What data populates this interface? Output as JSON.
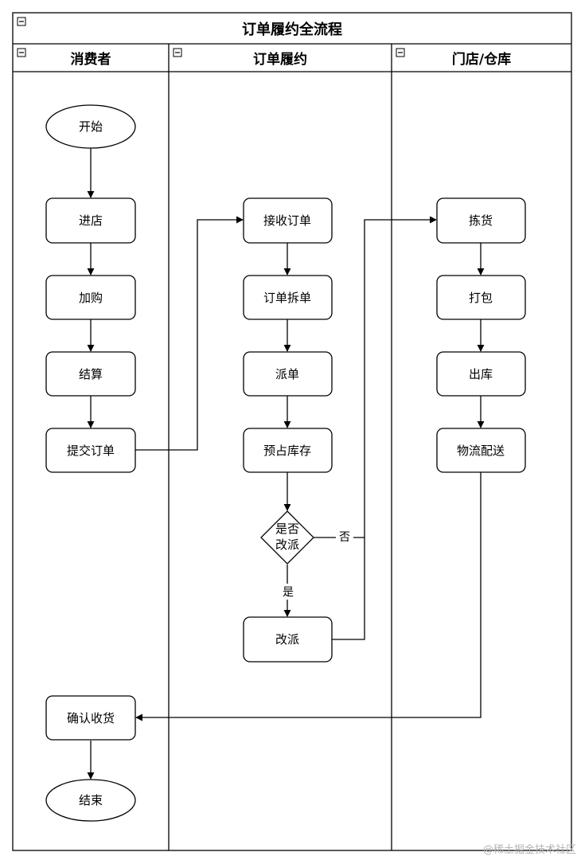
{
  "title": "订单履约全流程",
  "lanes": [
    {
      "id": "consumer",
      "label": "消费者"
    },
    {
      "id": "fulfillment",
      "label": "订单履约"
    },
    {
      "id": "store",
      "label": "门店/仓库"
    }
  ],
  "nodes": [
    {
      "id": "start",
      "label": "开始",
      "shape": "ellipse",
      "lane": "consumer"
    },
    {
      "id": "enter",
      "label": "进店",
      "shape": "rounded-rect",
      "lane": "consumer"
    },
    {
      "id": "add-cart",
      "label": "加购",
      "shape": "rounded-rect",
      "lane": "consumer"
    },
    {
      "id": "checkout",
      "label": "结算",
      "shape": "rounded-rect",
      "lane": "consumer"
    },
    {
      "id": "submit-order",
      "label": "提交订单",
      "shape": "rounded-rect",
      "lane": "consumer"
    },
    {
      "id": "confirm-receipt",
      "label": "确认收货",
      "shape": "rounded-rect",
      "lane": "consumer"
    },
    {
      "id": "end",
      "label": "结束",
      "shape": "ellipse",
      "lane": "consumer"
    },
    {
      "id": "receive-order",
      "label": "接收订单",
      "shape": "rounded-rect",
      "lane": "fulfillment"
    },
    {
      "id": "split-order",
      "label": "订单拆单",
      "shape": "rounded-rect",
      "lane": "fulfillment"
    },
    {
      "id": "dispatch",
      "label": "派单",
      "shape": "rounded-rect",
      "lane": "fulfillment"
    },
    {
      "id": "reserve-stock",
      "label": "预占库存",
      "shape": "rounded-rect",
      "lane": "fulfillment"
    },
    {
      "id": "decision",
      "label_lines": [
        "是否",
        "改派"
      ],
      "shape": "diamond",
      "lane": "fulfillment"
    },
    {
      "id": "redispatch",
      "label": "改派",
      "shape": "rounded-rect",
      "lane": "fulfillment"
    },
    {
      "id": "pick",
      "label": "拣货",
      "shape": "rounded-rect",
      "lane": "store"
    },
    {
      "id": "pack",
      "label": "打包",
      "shape": "rounded-rect",
      "lane": "store"
    },
    {
      "id": "outbound",
      "label": "出库",
      "shape": "rounded-rect",
      "lane": "store"
    },
    {
      "id": "ship",
      "label": "物流配送",
      "shape": "rounded-rect",
      "lane": "store"
    }
  ],
  "edges": [
    {
      "from": "start",
      "to": "enter"
    },
    {
      "from": "enter",
      "to": "add-cart"
    },
    {
      "from": "add-cart",
      "to": "checkout"
    },
    {
      "from": "checkout",
      "to": "submit-order"
    },
    {
      "from": "submit-order",
      "to": "receive-order"
    },
    {
      "from": "receive-order",
      "to": "split-order"
    },
    {
      "from": "split-order",
      "to": "dispatch"
    },
    {
      "from": "dispatch",
      "to": "reserve-stock"
    },
    {
      "from": "reserve-stock",
      "to": "decision"
    },
    {
      "from": "decision",
      "to": "redispatch",
      "label": "是"
    },
    {
      "from": "decision",
      "to": "pick",
      "label": "否"
    },
    {
      "from": "redispatch",
      "to": "pick"
    },
    {
      "from": "pick",
      "to": "pack"
    },
    {
      "from": "pack",
      "to": "outbound"
    },
    {
      "from": "outbound",
      "to": "ship"
    },
    {
      "from": "ship",
      "to": "confirm-receipt"
    },
    {
      "from": "confirm-receipt",
      "to": "end"
    }
  ],
  "watermark": "@稀土掘金技术社区"
}
